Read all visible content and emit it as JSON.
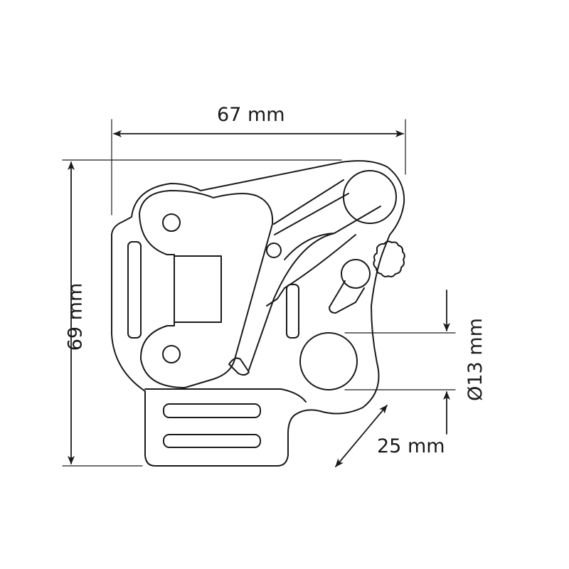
{
  "dimensions": {
    "width": "67 mm",
    "height": "69 mm",
    "hole_diameter": "Ø13 mm",
    "webbing_width": "25 mm"
  },
  "colors": {
    "line": "#1a1a1a",
    "background": "#ffffff"
  }
}
